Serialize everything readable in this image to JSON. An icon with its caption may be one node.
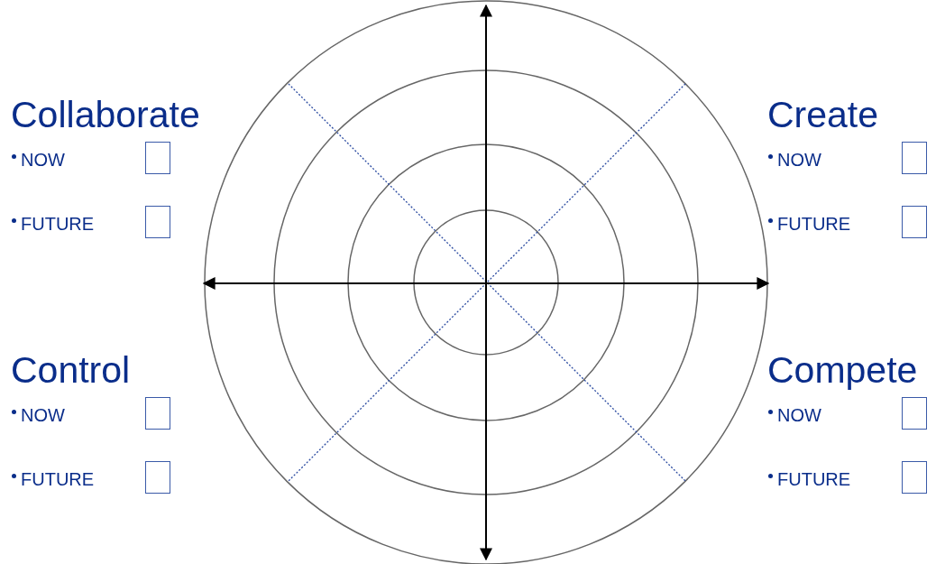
{
  "diagram": {
    "labels": [
      "Collaborate",
      "NOW",
      "FUTURE",
      "Create",
      "NOW",
      "FUTURE",
      "Control",
      "NOW",
      "FUTURE",
      "Compete",
      "NOW",
      "FUTURE"
    ]
  }
}
